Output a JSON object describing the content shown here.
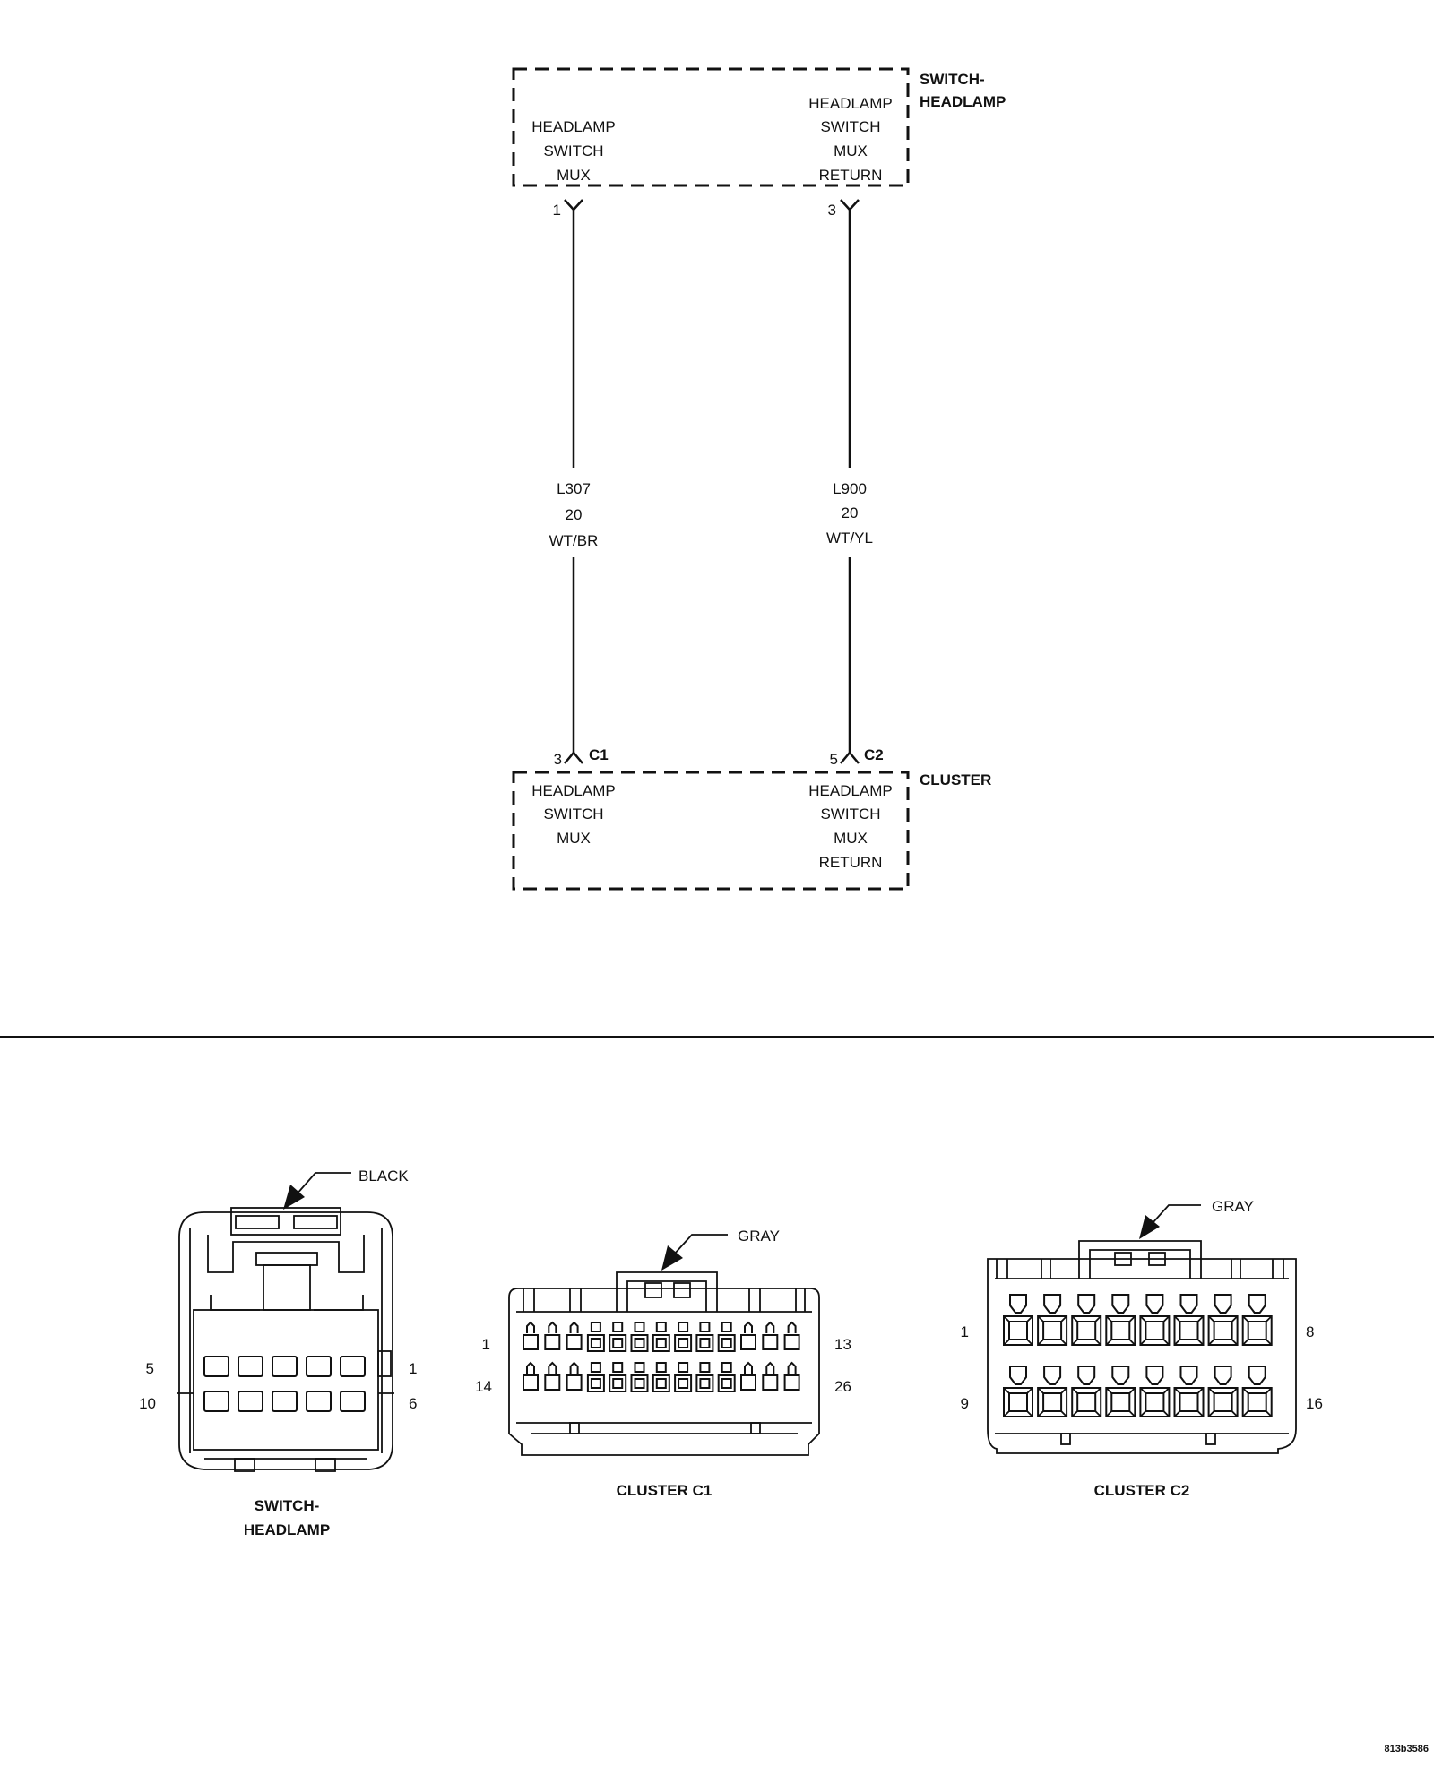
{
  "switch_component": {
    "name_line1": "SWITCH-",
    "name_line2": "HEADLAMP",
    "pin1": {
      "number": "1",
      "label": [
        "HEADLAMP",
        "SWITCH",
        "MUX"
      ]
    },
    "pin3": {
      "number": "3",
      "label": [
        "HEADLAMP",
        "SWITCH",
        "MUX",
        "RETURN"
      ]
    }
  },
  "cluster_component": {
    "name": "CLUSTER",
    "pin_left": {
      "number": "3",
      "connector": "C1",
      "label": [
        "HEADLAMP",
        "SWITCH",
        "MUX"
      ]
    },
    "pin_right": {
      "number": "5",
      "connector": "C2",
      "label": [
        "HEADLAMP",
        "SWITCH",
        "MUX",
        "RETURN"
      ]
    }
  },
  "wires": [
    {
      "circuit": "L307",
      "gauge": "20",
      "color": "WT/BR"
    },
    {
      "circuit": "L900",
      "gauge": "20",
      "color": "WT/YL"
    }
  ],
  "connector_views": [
    {
      "name_line1": "SWITCH-",
      "name_line2": "HEADLAMP",
      "color_label": "BLACK",
      "pins": {
        "top_left": "5",
        "top_right": "1",
        "bottom_left": "10",
        "bottom_right": "6"
      }
    },
    {
      "name": "CLUSTER C1",
      "color_label": "GRAY",
      "pins": {
        "top_left": "1",
        "top_right": "13",
        "bottom_left": "14",
        "bottom_right": "26"
      }
    },
    {
      "name": "CLUSTER C2",
      "color_label": "GRAY",
      "pins": {
        "top_left": "1",
        "top_right": "8",
        "bottom_left": "9",
        "bottom_right": "16"
      }
    }
  ],
  "figure_id": "813b3586"
}
